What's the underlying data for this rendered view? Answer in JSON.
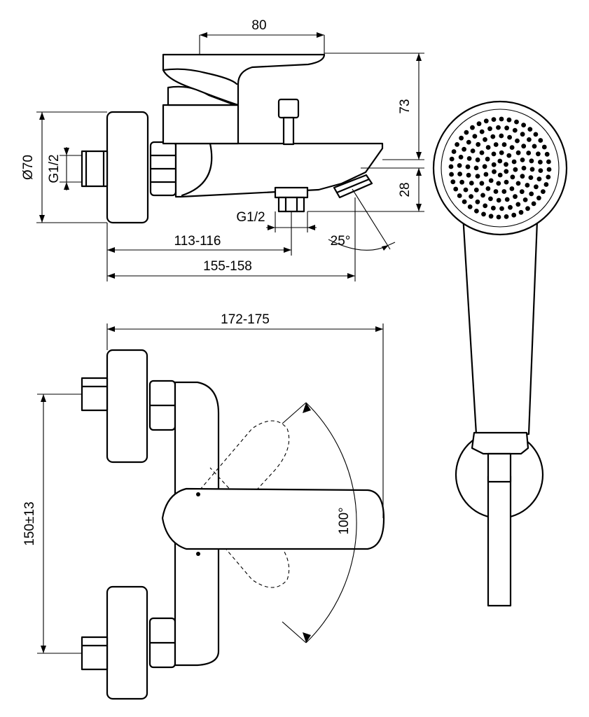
{
  "colors": {
    "line": "#000000",
    "background": "#ffffff"
  },
  "side_view": {
    "dim_top_width": "80",
    "dim_height": "73",
    "dim_spout_drop": "28",
    "dim_diameter": "Ø70",
    "dim_inlet_thread": "G1/2",
    "dim_outlet_thread": "G1/2",
    "dim_spout_angle": "25°",
    "dim_outlet_distance": "113-116",
    "dim_total_projection": "155-158"
  },
  "top_view": {
    "dim_overall_width": "172-175",
    "dim_center_distance": "150±13",
    "dim_lever_rotation": "100°"
  },
  "hand_shower": {
    "icon": "hand-shower-icon",
    "spray_dot_count": 140
  }
}
